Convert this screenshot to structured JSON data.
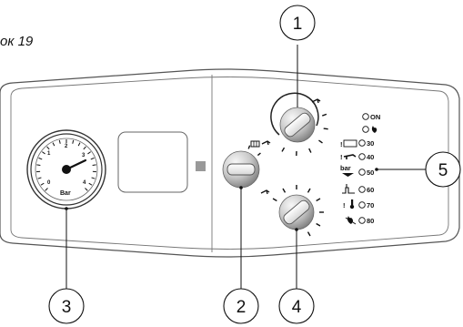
{
  "figure": {
    "caption": "ок 19"
  },
  "gauge": {
    "scale": [
      "0",
      "1",
      "2",
      "3",
      "4"
    ],
    "unit": "Bar"
  },
  "indicators": [
    {
      "label": "ON",
      "icon": ""
    },
    {
      "label": "",
      "icon": "flame-icon"
    },
    {
      "label": "30",
      "icon": "radiator-warning-icon"
    },
    {
      "label": "40",
      "icon": "tap-warning-icon"
    },
    {
      "label": "50",
      "icon": "pressure-bar-icon"
    },
    {
      "label": "60",
      "icon": "chimney-icon"
    },
    {
      "label": "70",
      "icon": "thermometer-warning-icon"
    },
    {
      "label": "80",
      "icon": "no-flame-icon"
    }
  ],
  "callouts": [
    "1",
    "2",
    "3",
    "4",
    "5"
  ],
  "colors": {
    "outline": "#555555",
    "knob_light": "#f2f2f2",
    "knob_dark": "#8a8a8a",
    "indicator_square": "#999999"
  }
}
